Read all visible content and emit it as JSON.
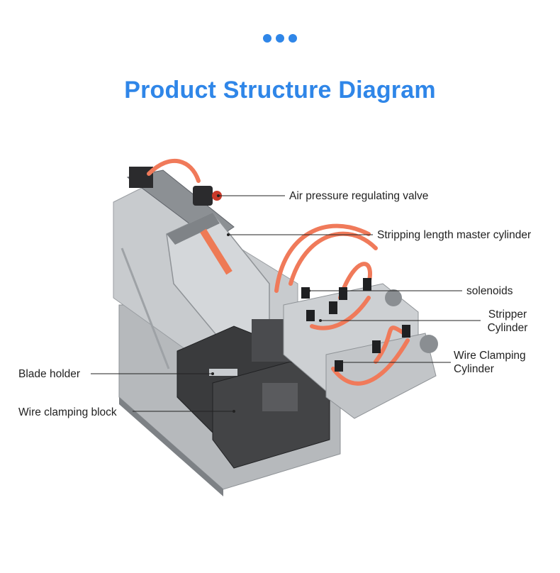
{
  "header": {
    "decoration": "three-dots",
    "title": "Product Structure Diagram"
  },
  "colors": {
    "accent": "#2f86e8",
    "hose": "#f07a5a",
    "machine_body": "#b9bcbf"
  },
  "labels": {
    "air_valve": "Air pressure regulating valve",
    "master_cylinder": "Stripping length master cylinder",
    "solenoids": "solenoids",
    "stripper_cylinder_1": "Stripper",
    "stripper_cylinder_2": "Cylinder",
    "wire_clamping_cylinder_1": "Wire Clamping",
    "wire_clamping_cylinder_2": "Cylinder",
    "blade_holder": "Blade holder",
    "wire_clamping_block": "Wire clamping block"
  }
}
